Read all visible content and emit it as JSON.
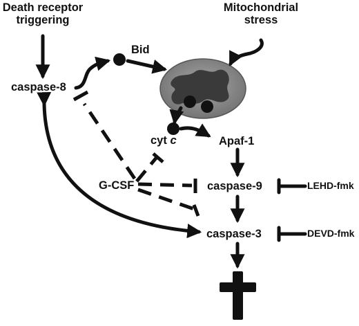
{
  "labels": {
    "death_receptor_line1": "Death receptor",
    "death_receptor_line2": "triggering",
    "mito_stress_line1": "Mitochondrial",
    "mito_stress_line2": "stress",
    "caspase8": "caspase-8",
    "bid": "Bid",
    "cyt": "cyt",
    "cyt_c": "c",
    "apaf1": "Apaf-1",
    "gcsf": "G-CSF",
    "caspase9": "caspase-9",
    "caspase3": "caspase-3",
    "lehd": "LEHD-fmk",
    "devd": "DEVD-fmk"
  },
  "colors": {
    "ink": "#111111",
    "mito_outer": "#8a8a8a",
    "mito_inner": "#3a3a3a"
  }
}
